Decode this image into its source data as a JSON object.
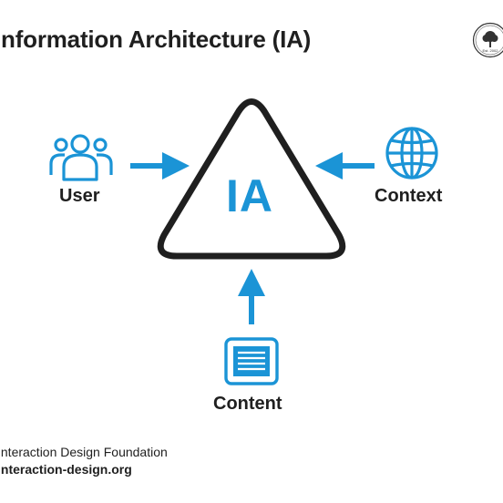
{
  "title": "Information Architecture (IA)",
  "center": {
    "label": "IA"
  },
  "nodes": {
    "user": {
      "label": "User",
      "icon": "users-icon"
    },
    "context": {
      "label": "Context",
      "icon": "globe-icon"
    },
    "content": {
      "label": "Content",
      "icon": "document-icon"
    }
  },
  "logo": {
    "text": "Est. 2002",
    "icon": "tree-seal-icon"
  },
  "footer": {
    "org": "Interaction Design Foundation",
    "url": "interaction-design.org"
  },
  "colors": {
    "accent": "#1b94d6",
    "stroke": "#1f1f1f"
  }
}
